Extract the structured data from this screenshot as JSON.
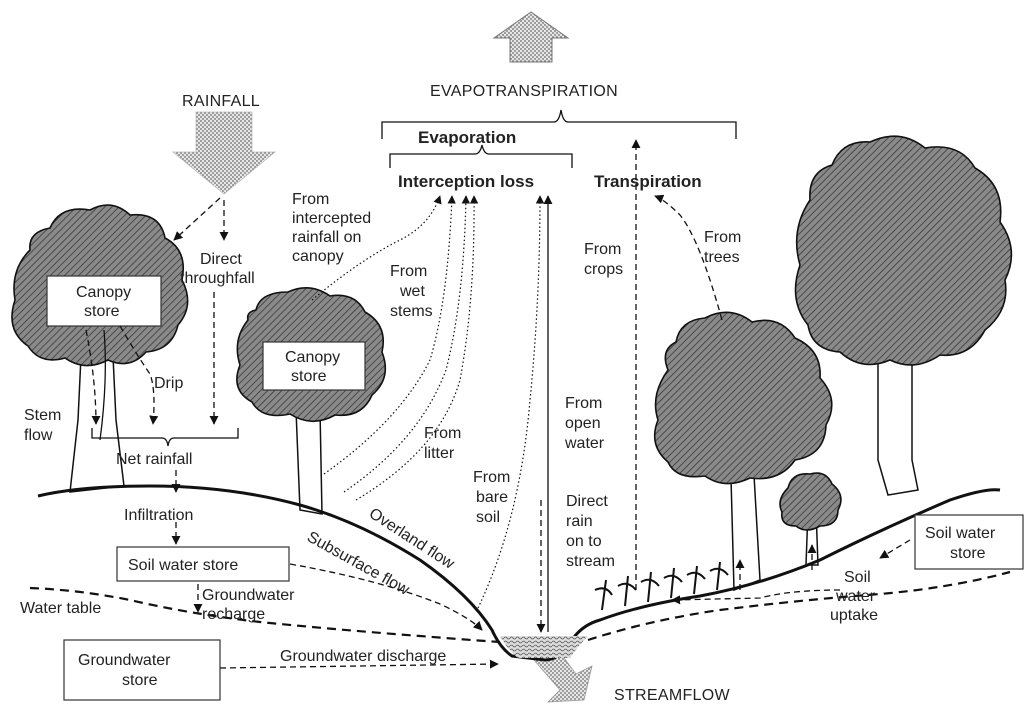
{
  "labels": {
    "evapotranspiration": "EVAPOTRANSPIRATION",
    "evaporation": "Evaporation",
    "interception_loss": "Interception  loss",
    "transpiration": "Transpiration",
    "rainfall": "RAINFALL",
    "direct_throughfall_1": "Direct",
    "direct_throughfall_2": "throughfall",
    "from_intercepted_1": "From",
    "from_intercepted_2": "intercepted",
    "from_intercepted_3": "rainfall  on",
    "from_intercepted_4": "canopy",
    "from_wet_stems_1": "From",
    "from_wet_stems_2": "wet",
    "from_wet_stems_3": "stems",
    "from_litter_1": "From",
    "from_litter_2": "litter",
    "from_bare_soil_1": "From",
    "from_bare_soil_2": "bare",
    "from_bare_soil_3": "soil",
    "from_open_water_1": "From",
    "from_open_water_2": "open",
    "from_open_water_3": "water",
    "from_crops_1": "From",
    "from_crops_2": "crops",
    "from_trees_1": "From",
    "from_trees_2": "trees",
    "canopy_store_left_1": "Canopy",
    "canopy_store_left_2": "store",
    "canopy_store_mid_1": "Canopy",
    "canopy_store_mid_2": "store",
    "drip": "Drip",
    "stem_flow_1": "Stem",
    "stem_flow_2": "flow",
    "net_rainfall": "Net  rainfall",
    "infiltration": "Infiltration",
    "soil_water_store_left": "Soil water store",
    "groundwater_recharge_1": "Groundwater",
    "groundwater_recharge_2": "recharge",
    "water_table": "Water  table",
    "groundwater_store_1": "Groundwater",
    "groundwater_store_2": "store",
    "groundwater_discharge": "Groundwater   discharge",
    "overland_flow": "Overland flow",
    "subsurface_flow": "Subsurface flow",
    "direct_rain_1": "Direct",
    "direct_rain_2": "rain",
    "direct_rain_3": "on to",
    "direct_rain_4": "stream",
    "soil_water_store_right_1": "Soil water",
    "soil_water_store_right_2": "store",
    "soil_water_uptake_1": "Soil",
    "soil_water_uptake_2": "water",
    "soil_water_uptake_3": "uptake",
    "streamflow": "STREAMFLOW"
  }
}
